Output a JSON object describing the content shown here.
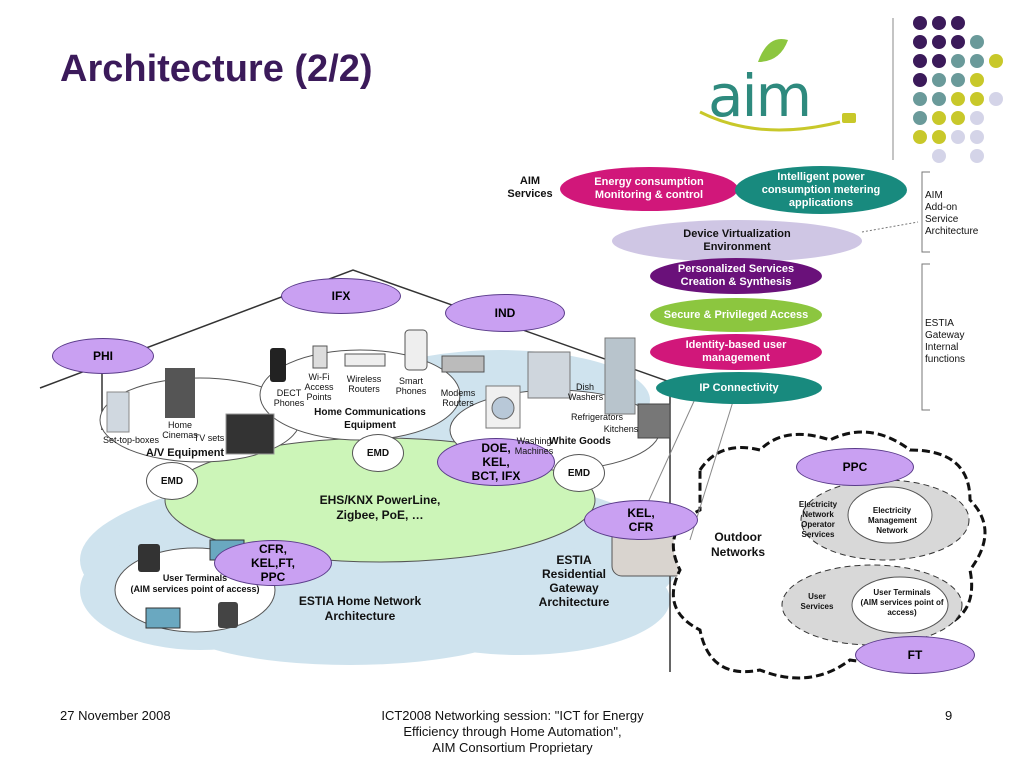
{
  "slide": {
    "title": "Architecture (2/2)",
    "logo_text": "aim",
    "footer_left": "27 November 2008",
    "footer_center_lines": [
      "ICT2008 Networking session: \"ICT for Energy",
      "Efficiency through Home Automation\",",
      "AIM Consortium Proprietary"
    ],
    "footer_right": "9"
  },
  "services_stack": {
    "aim_label_lines": [
      "AIM",
      "Services"
    ],
    "energy_lines": [
      "Energy consumption",
      "Monitoring & control"
    ],
    "metering_lines": [
      "Intelligent power",
      "consumption metering",
      "applications"
    ],
    "virtualization_lines": [
      "Device Virtualization",
      "Environment"
    ],
    "personalized_lines": [
      "Personalized Services",
      "Creation & Synthesis"
    ],
    "secure": "Secure & Privileged Access",
    "identity_lines": [
      "Identity-based user",
      "management"
    ],
    "ip": "IP Connectivity",
    "aim_addon_lines": [
      "AIM",
      "Add-on",
      "Service",
      "Architecture"
    ],
    "estia_internal_lines": [
      "ESTIA",
      "Gateway",
      "Internal",
      "functions"
    ]
  },
  "partners": {
    "ifx": "IFX",
    "ind": "IND",
    "phi": "PHI",
    "doe_lines": [
      "DOE,",
      "KEL,",
      "BCT, IFX"
    ],
    "kel_cfr_lines": [
      "KEL,",
      "CFR"
    ],
    "cfr_lines": [
      "CFR,",
      "KEL,FT,",
      "PPC"
    ],
    "ppc": "PPC",
    "ft": "FT"
  },
  "home": {
    "av_equipment": "A/V Equipment",
    "home_cinemas": "Home Cinemas",
    "tv_sets": "TV sets",
    "set_top_boxes": "Set-top-boxes",
    "home_comm_lines": [
      "Home Communications",
      "Equipment"
    ],
    "dect_lines": [
      "DECT",
      "Phones"
    ],
    "wifi_lines": [
      "Wi-Fi",
      "Access",
      "Points"
    ],
    "wireless_lines": [
      "Wireless",
      "Routers"
    ],
    "smart_lines": [
      "Smart",
      "Phones"
    ],
    "modems_lines": [
      "Modems",
      "Routers"
    ],
    "white_goods": "White Goods",
    "dish_lines": [
      "Dish",
      "Washers"
    ],
    "washing_lines": [
      "Washing",
      "Machines"
    ],
    "refrigerators": "Refrigerators",
    "kitchens": "Kitchens",
    "emd": "EMD",
    "powerline_lines": [
      "EHS/KNX PowerLine,",
      "Zigbee, PoE, …"
    ],
    "user_terminals_lines": [
      "User Terminals",
      "(AIM services point of access)"
    ],
    "estia_home_lines": [
      "ESTIA Home Network",
      "Architecture"
    ],
    "gateway_lines": [
      "ESTIA",
      "Residential",
      "Gateway",
      "Architecture"
    ]
  },
  "outdoor": {
    "outdoor_lines": [
      "Outdoor",
      "Networks"
    ],
    "operator_lines": [
      "Electricity",
      "Network",
      "Operator",
      "Services"
    ],
    "mgmt_lines": [
      "Electricity",
      "Management",
      "Network"
    ],
    "user_services_lines": [
      "User",
      "Services"
    ],
    "user_terminals_lines": [
      "User Terminals",
      "(AIM services point of",
      "access)"
    ]
  },
  "colors": {
    "title": "#3b1a5a",
    "magenta": "#d1177a",
    "teal": "#188a7e",
    "lavender": "#cfc6e4",
    "purple": "#6a117a",
    "green": "#8cc63f",
    "partner": "#c9a0f2",
    "network_green": "#ccf5b8",
    "cloud": "#cfe3ee"
  }
}
